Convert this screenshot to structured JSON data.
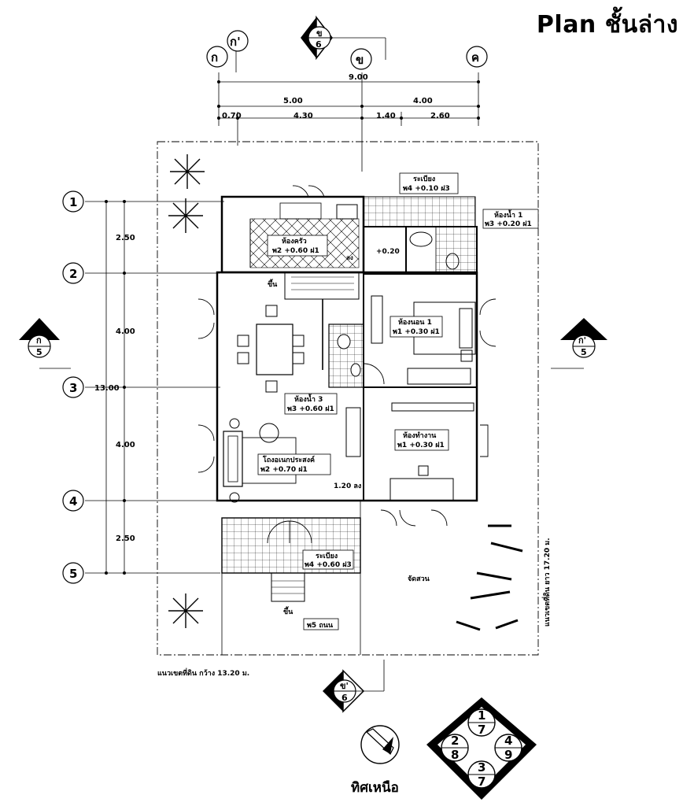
{
  "title": "Plan ชั้นล่าง",
  "north_label": "ทิศเหนือ",
  "dims_top": {
    "total": "9.00",
    "a": "5.00",
    "b": "4.00",
    "c": "0.70",
    "d": "4.30",
    "e": "1.40",
    "f": "2.60"
  },
  "dims_left": {
    "total": "13.00",
    "a": "2.50",
    "b": "4.00",
    "c": "4.00",
    "d": "2.50"
  },
  "grid_top": {
    "g1": "ก",
    "g2": "ก'",
    "g3": "ข",
    "g4": "ค"
  },
  "grid_left": {
    "r1": "1",
    "r2": "2",
    "r3": "3",
    "r4": "4",
    "r5": "5"
  },
  "section_marks": {
    "top": {
      "letter": "ข",
      "num": "6"
    },
    "bottom": {
      "letter": "ข'",
      "num": "6"
    },
    "left": {
      "letter": "ก",
      "num": "5"
    },
    "right": {
      "letter": "ก'",
      "num": "5"
    }
  },
  "rooms": {
    "kitchen": {
      "name": "ห้องครัว",
      "spec": "พ2 +0.60 ฝ1"
    },
    "terrace_rear": {
      "name": "ระเบียง",
      "spec": "พ4 +0.10 ฝ3"
    },
    "bath1": {
      "name": "ห้องน้ำ 1",
      "spec": "พ3 +0.20 ฝ1"
    },
    "hall_level": "+0.20",
    "bedroom1": {
      "name": "ห้องนอน 1",
      "spec": "พ1 +0.30 ฝ1"
    },
    "bath3": {
      "name": "ห้องน้ำ 3",
      "spec": "พ3 +0.60 ฝ1"
    },
    "living": {
      "name": "โถงอเนกประสงค์",
      "spec": "พ2       +0.70       ฝ1"
    },
    "work": {
      "name": "ห้องทำงาน",
      "spec": "พ1 +0.30 ฝ1"
    },
    "terrace_front": {
      "name": "ระเบียง",
      "spec": "พ4 +0.60 ฝ3"
    },
    "garden": "จัดสวน",
    "road": "พ5  ถนน",
    "stair_up1": "ขึ้น",
    "stair_up2": "ขึ้น",
    "landing": "1.20 ลง",
    "wc_tag": "ลง"
  },
  "boundary": {
    "width": "แนวเขตที่ดิน กว้าง 13.20 ม.",
    "length": "แนวเขตที่ดิน ยาว 17.20 ม."
  },
  "key_plan": {
    "top": [
      "1",
      "7"
    ],
    "left": [
      "2",
      "8"
    ],
    "right": [
      "4",
      "9"
    ],
    "bottom": [
      "3",
      "7"
    ]
  }
}
